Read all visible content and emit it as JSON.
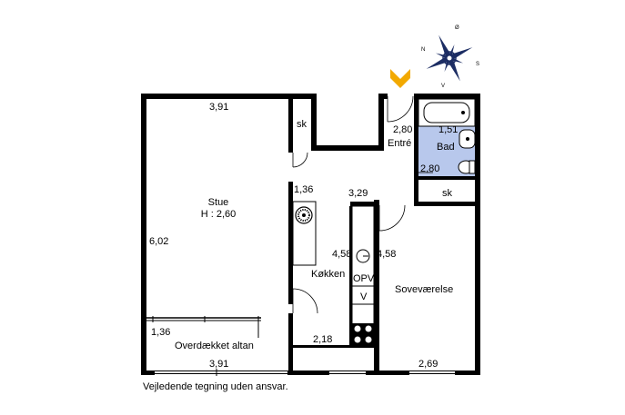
{
  "rooms": {
    "stue_name": "Stue",
    "stue_height": "H : 2,60",
    "entre": "Entré",
    "bad": "Bad",
    "koekken": "Køkken",
    "sovevaerelse": "Soveværelse",
    "altan": "Overdækket altan",
    "sk_left": "sk",
    "sk_right": "sk",
    "opv": "OPV",
    "v": "V"
  },
  "dimensions": {
    "stue_top": "3,91",
    "stue_side": "6,02",
    "entre_w": "2,80",
    "bad_top": "1,51",
    "bad_side": "2,80",
    "hall_small": "1,36",
    "hall_w": "3,29",
    "koekken_left": "4,58",
    "koekken_right": "4,58",
    "altan_side": "1,36",
    "altan_bottom": "3,91",
    "koekken_bottom": "2,18",
    "sove_bottom": "2,69"
  },
  "compass": {
    "n": "N",
    "s": "S",
    "o": "Ø",
    "v": "V"
  },
  "footer": {
    "disclaimer": "Vejledende tegning uden ansvar."
  },
  "colors": {
    "wall": "#000000",
    "bath_fill": "#b8c8ec",
    "entrance_arrow": "#f2a900",
    "compass": "#1c2d63"
  }
}
